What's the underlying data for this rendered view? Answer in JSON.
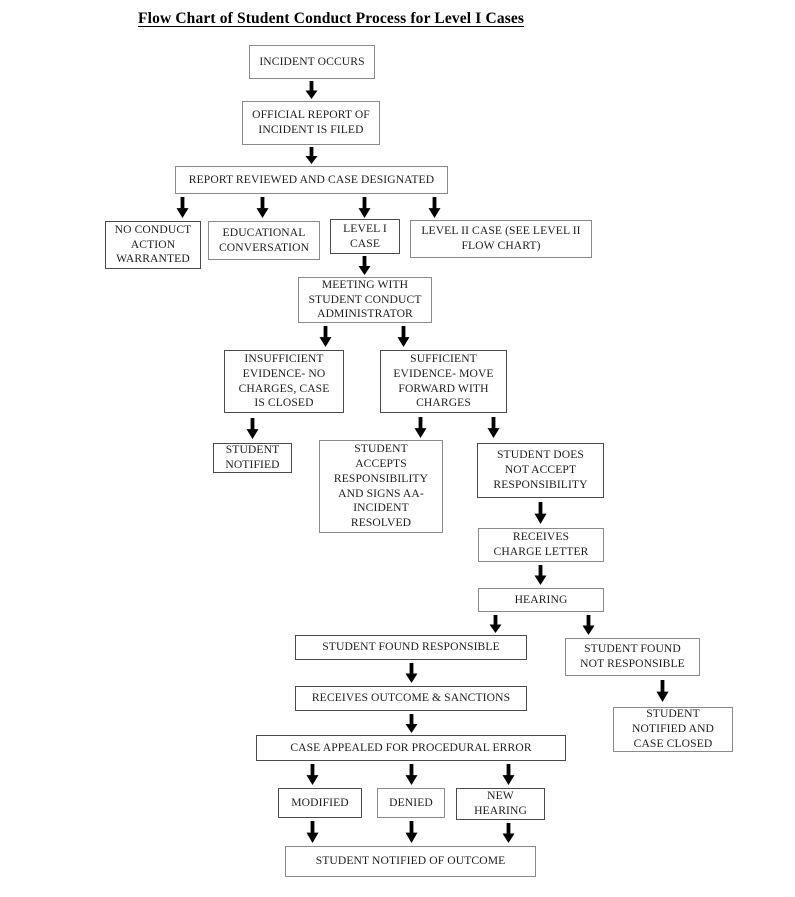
{
  "title": "Flow Chart of Student Conduct Process for Level I Cases",
  "colors": {
    "box_border": "#8a8a8a",
    "box_border_dark": "#4a4a4a",
    "arrow": "#000000",
    "text": "#1c1c1c",
    "background": "#ffffff"
  },
  "nodes": [
    {
      "id": "incident-occurs",
      "label": "INCIDENT OCCURS"
    },
    {
      "id": "official-report",
      "label": "OFFICIAL REPORT OF\nINCIDENT IS FILED"
    },
    {
      "id": "report-reviewed",
      "label": "REPORT REVIEWED AND CASE DESIGNATED"
    },
    {
      "id": "no-conduct-action",
      "label": "NO CONDUCT\nACTION\nWARRANTED"
    },
    {
      "id": "educational-conversation",
      "label": "EDUCATIONAL\nCONVERSATION"
    },
    {
      "id": "level-i-case",
      "label": "LEVEL I\nCASE"
    },
    {
      "id": "level-ii-case",
      "label": "LEVEL II CASE (SEE LEVEL II\nFLOW CHART)"
    },
    {
      "id": "meeting-administrator",
      "label": "MEETING WITH\nSTUDENT CONDUCT\nADMINISTRATOR"
    },
    {
      "id": "insufficient-evidence",
      "label": "INSUFFICIENT\nEVIDENCE- NO\nCHARGES, CASE\nIS CLOSED"
    },
    {
      "id": "sufficient-evidence",
      "label": "SUFFICIENT\nEVIDENCE- MOVE\nFORWARD WITH\nCHARGES"
    },
    {
      "id": "student-notified",
      "label": "STUDENT\nNOTIFIED"
    },
    {
      "id": "student-accepts",
      "label": "STUDENT\nACCEPTS\nRESPONSIBILITY\nAND SIGNS AA-\nINCIDENT\nRESOLVED"
    },
    {
      "id": "student-not-accept",
      "label": "STUDENT DOES\nNOT ACCEPT\nRESPONSIBILITY"
    },
    {
      "id": "receives-charge-letter",
      "label": "RECEIVES\nCHARGE LETTER"
    },
    {
      "id": "hearing",
      "label": "HEARING"
    },
    {
      "id": "found-responsible",
      "label": "STUDENT FOUND RESPONSIBLE"
    },
    {
      "id": "found-not-responsible",
      "label": "STUDENT FOUND\nNOT RESPONSIBLE"
    },
    {
      "id": "receives-outcome",
      "label": "RECEIVES OUTCOME & SANCTIONS"
    },
    {
      "id": "notified-case-closed",
      "label": "STUDENT\nNOTIFIED AND\nCASE CLOSED"
    },
    {
      "id": "case-appealed",
      "label": "CASE APPEALED FOR PROCEDURAL ERROR"
    },
    {
      "id": "modified",
      "label": "MODIFIED"
    },
    {
      "id": "denied",
      "label": "DENIED"
    },
    {
      "id": "new-hearing",
      "label": "NEW\nHEARING"
    },
    {
      "id": "notified-of-outcome",
      "label": "STUDENT NOTIFIED OF OUTCOME"
    }
  ],
  "arrows": [
    {
      "id": "incident-to-report"
    },
    {
      "id": "report-to-reviewed"
    },
    {
      "id": "reviewed-to-no-conduct"
    },
    {
      "id": "reviewed-to-educational"
    },
    {
      "id": "reviewed-to-level-i"
    },
    {
      "id": "reviewed-to-level-ii"
    },
    {
      "id": "level-i-to-meeting"
    },
    {
      "id": "meeting-to-insufficient"
    },
    {
      "id": "meeting-to-sufficient"
    },
    {
      "id": "insufficient-to-notified"
    },
    {
      "id": "sufficient-to-accepts"
    },
    {
      "id": "sufficient-to-not-accept"
    },
    {
      "id": "not-accept-to-charge-letter"
    },
    {
      "id": "charge-letter-to-hearing"
    },
    {
      "id": "hearing-to-responsible"
    },
    {
      "id": "hearing-to-not-responsible"
    },
    {
      "id": "responsible-to-outcome"
    },
    {
      "id": "not-responsible-to-closed"
    },
    {
      "id": "outcome-to-appealed"
    },
    {
      "id": "appealed-to-modified"
    },
    {
      "id": "appealed-to-denied"
    },
    {
      "id": "appealed-to-new-hearing"
    },
    {
      "id": "modified-to-notified"
    },
    {
      "id": "denied-to-notified"
    },
    {
      "id": "new-hearing-to-notified"
    }
  ]
}
